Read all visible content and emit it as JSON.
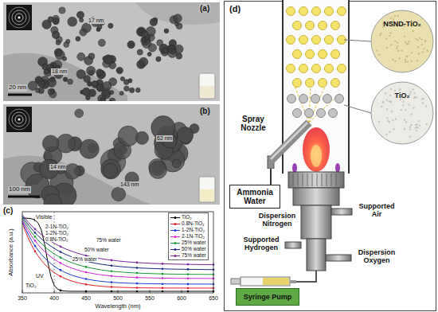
{
  "diagram": {
    "nodes": [
      {
        "text": [
          "Spray Nozzle"
        ]
      },
      {
        "text": [
          "Ammonia Water"
        ]
      },
      {
        "text": [
          "NSND-TiO₂"
        ]
      },
      {
        "text": [
          "TiO₂"
        ]
      },
      {
        "text": [
          "Syringe Pump"
        ]
      }
    ],
    "edges": [
      {
        "from": 1,
        "to": 0,
        "arrow": "none"
      }
    ],
    "labels": [
      "(a)",
      "20 nm",
      "17 nm",
      "18 nm",
      "(b)",
      "100 nm",
      "14 nm",
      "62 nm",
      "143 nm",
      "(c)",
      "Absorbance (a.u.)",
      "Wavelength (nm)",
      "350",
      "400",
      "450",
      "500",
      "550",
      "600",
      "650",
      "Visible",
      "UV",
      "TiO₂",
      "2-1N-TiO₂",
      "1-2N-TiO₂",
      "0.8N-TiO₂",
      "75% water",
      "50% water",
      "25% water",
      "(d)",
      "Dispersion Nitrogen",
      "Supported Air",
      "Supported Hydrogen",
      "Dispersion Oxygen"
    ],
    "legend": [
      {
        "text": "TiO₂"
      },
      {
        "text": "0.8N-TiO₂"
      },
      {
        "text": "1-2N-TiO₂"
      },
      {
        "text": "2-1N-TiO₂"
      },
      {
        "text": "25% water"
      },
      {
        "text": "50% water"
      },
      {
        "text": "75% water"
      }
    ]
  }
}
